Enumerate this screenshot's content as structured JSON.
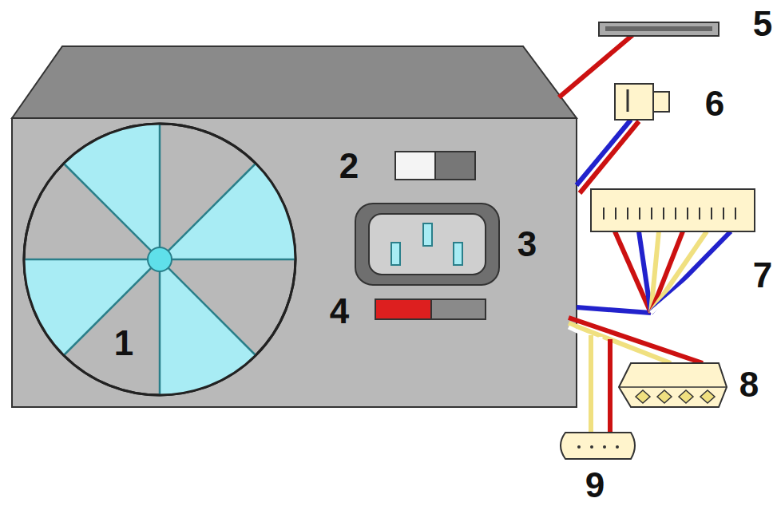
{
  "diagram": {
    "labels": [
      "5",
      "6",
      "2",
      "3",
      "7",
      "4",
      "8",
      "1",
      "9"
    ]
  }
}
